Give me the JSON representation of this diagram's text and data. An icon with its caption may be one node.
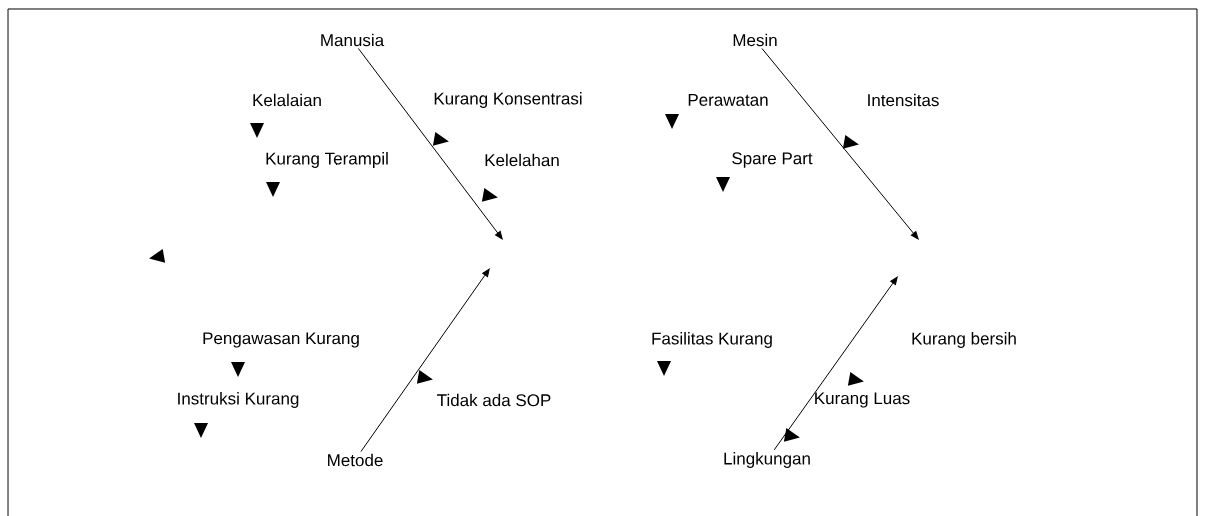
{
  "diagram": {
    "nodes": [
      {
        "text": [
          "Manusia"
        ]
      },
      {
        "text": [
          "Mesin"
        ]
      },
      {
        "text": [
          "Metode"
        ]
      },
      {
        "text": [
          "Lingkungan"
        ]
      }
    ],
    "edges": [
      {
        "from": 0,
        "to": null,
        "arrow": "to"
      },
      {
        "from": 1,
        "to": null,
        "arrow": "to"
      },
      {
        "from": 2,
        "to": null,
        "arrow": "to"
      },
      {
        "from": 3,
        "to": null,
        "arrow": "to"
      }
    ],
    "labels": [
      "Kelalaian",
      "Kurang Konsentrasi",
      "Perawatan",
      "Intensitas",
      "Kurang Terampil",
      "Kelelahan",
      "Spare Part",
      "Pengawasan Kurang",
      "Fasilitas Kurang",
      "Kurang bersih",
      "Instruksi Kurang",
      "Tidak ada SOP",
      "Kurang Luas"
    ]
  }
}
